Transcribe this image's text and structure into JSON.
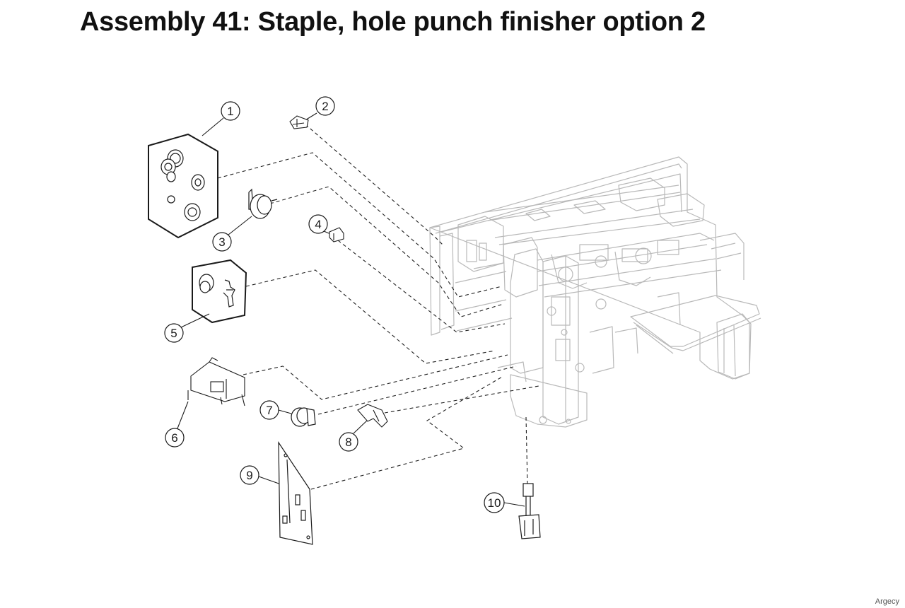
{
  "title": "Assembly 41: Staple, hole punch finisher option 2",
  "watermark": "Argecy",
  "callouts": [
    "1",
    "2",
    "3",
    "4",
    "5",
    "6",
    "7",
    "8",
    "9",
    "10"
  ],
  "colors": {
    "ink": "#1a1a1a",
    "frame_line": "#b9b9b9",
    "dash": "#222222"
  }
}
